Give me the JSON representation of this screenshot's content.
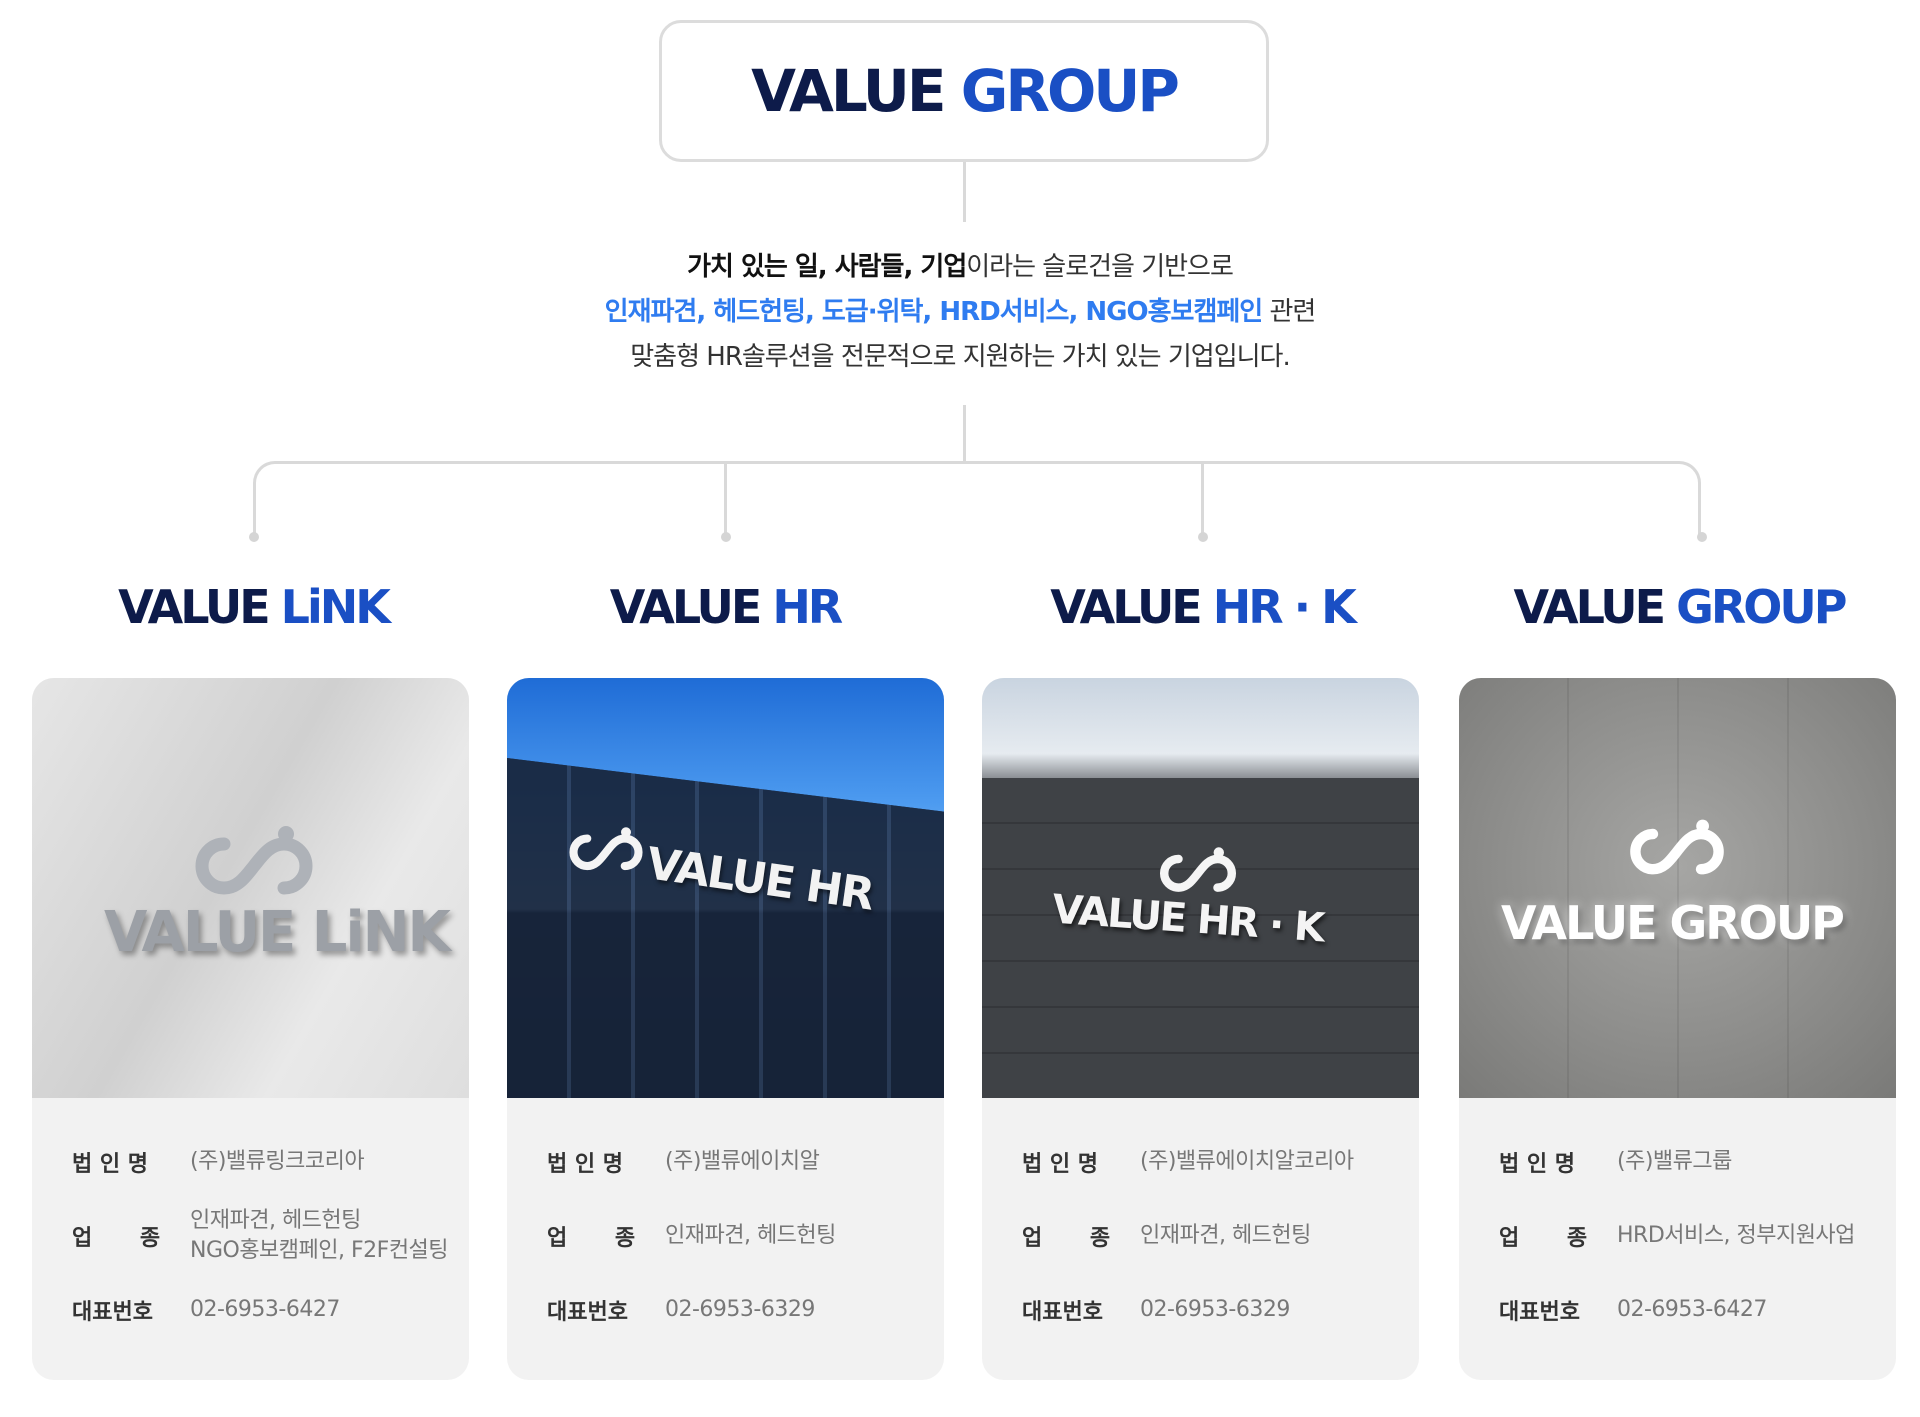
{
  "header": {
    "logo_part1": "VALUE",
    "logo_part2": "GROUP"
  },
  "description": {
    "line1_bold": "가치 있는 일, 사람들, 기업",
    "line1_rest": "이라는 슬로건을 기반으로",
    "line2_highlight": "인재파견, 헤드헌팅, 도급·위탁, HRD서비스, NGO홍보캠페인",
    "line2_rest": " 관련",
    "line3": "맞춤형 HR솔루션을 전문적으로 지원하는 가치 있는 기업입니다."
  },
  "labels": {
    "company": "법 인 명",
    "industry": "업 종",
    "phone": "대표번호"
  },
  "companies": [
    {
      "brand_part1": "VALUE",
      "brand_part2": "LiNK",
      "sign_text": "VALUE LiNK",
      "company_name": "(주)밸류링크코리아",
      "industry_line1": "인재파견, 헤드헌팅",
      "industry_line2": "NGO홍보캠페인, F2F컨설팅",
      "phone": "02-6953-6427"
    },
    {
      "brand_part1": "VALUE",
      "brand_part2": "HR",
      "sign_text": "VALUE HR",
      "company_name": "(주)밸류에이치알",
      "industry_line1": "인재파견, 헤드헌팅",
      "industry_line2": "",
      "phone": "02-6953-6329"
    },
    {
      "brand_part1": "VALUE",
      "brand_part2": "HR · K",
      "sign_text": "VALUE HR · K",
      "company_name": "(주)밸류에이치알코리아",
      "industry_line1": "인재파견, 헤드헌팅",
      "industry_line2": "",
      "phone": "02-6953-6329"
    },
    {
      "brand_part1": "VALUE",
      "brand_part2": "GROUP",
      "sign_text": "VALUE GROUP",
      "company_name": "(주)밸류그룹",
      "industry_line1": "HRD서비스, 정부지원사업",
      "industry_line2": "",
      "phone": "02-6953-6427"
    }
  ],
  "colors": {
    "navy": "#0d1b4a",
    "blue": "#1a4fc4",
    "highlight": "#2f7cf0",
    "card_bg": "#f2f2f2",
    "connector": "#d9d9d9"
  }
}
